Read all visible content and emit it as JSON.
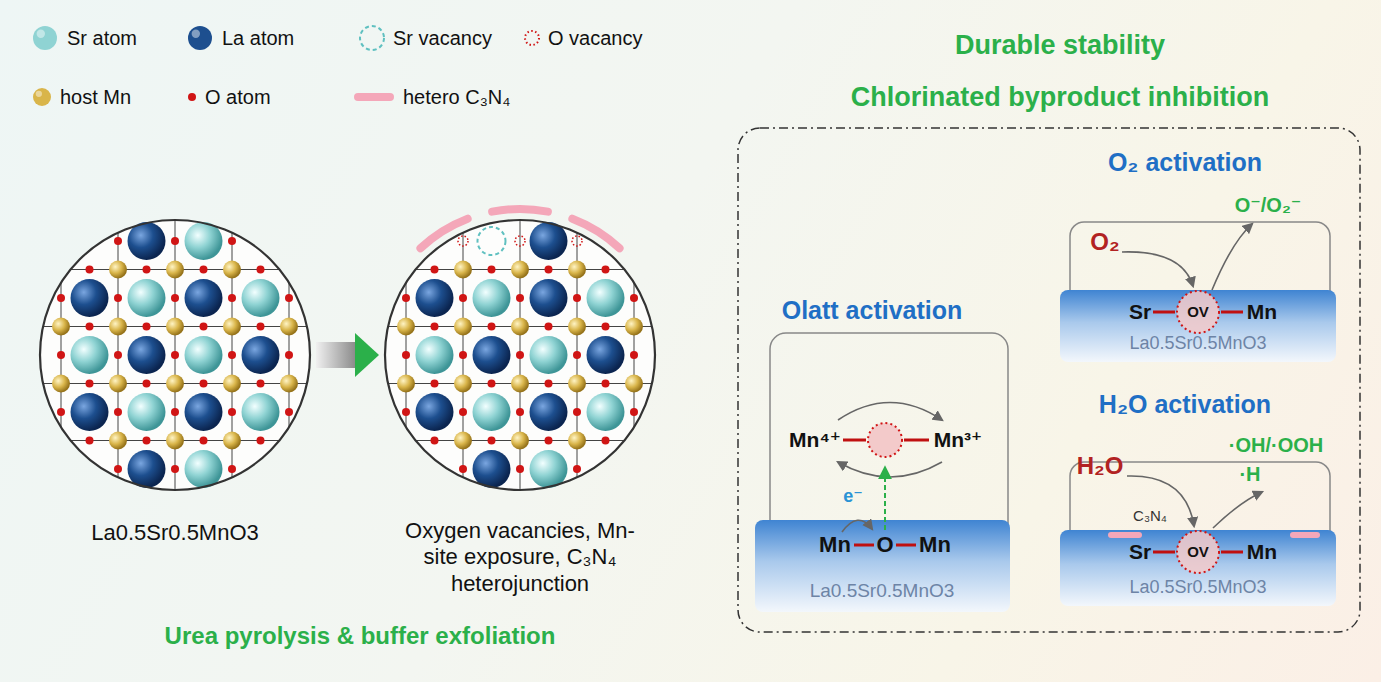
{
  "diagram": {
    "nodes": [
      {
        "text": [
          "La0.5Sr0.5MnO3"
        ]
      },
      {
        "text": [
          "Oxygen vacancies, Mn-site exposure, C₃N₄ heterojunction"
        ]
      },
      {
        "text": [
          "Durable stability",
          "Chlorinated byproduct inhibition"
        ]
      },
      {
        "text": [
          "Olatt activation",
          "Mn⁴⁺",
          "Mn³⁺",
          "e⁻"
        ],
        "in": 2
      },
      {
        "text": [
          "Mn",
          "O",
          "Mn",
          "La0.5Sr0.5MnO3"
        ],
        "in": 3
      },
      {
        "text": [
          "O₂ activation",
          "O₂",
          "O⁻/O₂⁻"
        ],
        "in": 2
      },
      {
        "text": [
          "Sr",
          "OV",
          "Mn",
          "La0.5Sr0.5MnO3"
        ],
        "in": 5
      },
      {
        "text": [
          "H₂O activation",
          "H₂O",
          "·OH/·OOH",
          "·H",
          "C₃N₄"
        ],
        "in": 2
      },
      {
        "text": [
          "Sr",
          "OV",
          "Mn",
          "La0.5Sr0.5MnO3"
        ],
        "in": 7
      }
    ],
    "edges": [
      {
        "from": 0,
        "to": 1,
        "arrow": "to"
      }
    ],
    "labels": [
      "Urea pyrolysis & buffer exfoliation"
    ],
    "legend": [
      {
        "text": "Sr atom",
        "color": "#8fd3d3"
      },
      {
        "text": "La atom",
        "color": "#1d4f8f"
      },
      {
        "text": "Sr vacancy"
      },
      {
        "text": "O vacancy"
      },
      {
        "text": "host Mn",
        "color": "#d9b54a"
      },
      {
        "text": "O atom",
        "color": "#d01515"
      },
      {
        "text": "hetero C₃N₄",
        "color": "#f4a7b9"
      }
    ]
  }
}
